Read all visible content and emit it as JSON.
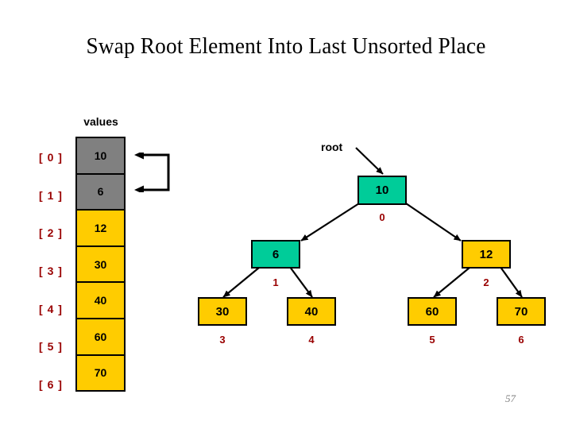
{
  "slide": {
    "title": "Swap Root Element Into Last Unsorted Place",
    "page_number": "57",
    "colors": {
      "sorted_gray": "#808080",
      "unsorted_gold": "#FFCC00",
      "highlight_teal": "#00CC99",
      "index_red": "#990000",
      "outline_black": "#000000",
      "page_number_gray": "#808080"
    }
  },
  "array": {
    "header": "values",
    "cells": [
      {
        "index": "[ 0 ]",
        "value": "10",
        "state": "gray"
      },
      {
        "index": "[ 1 ]",
        "value": "6",
        "state": "gray"
      },
      {
        "index": "[ 2 ]",
        "value": "12",
        "state": "gold"
      },
      {
        "index": "[ 3 ]",
        "value": "30",
        "state": "gold"
      },
      {
        "index": "[ 4 ]",
        "value": "40",
        "state": "gold"
      },
      {
        "index": "[ 5 ]",
        "value": "60",
        "state": "gold"
      },
      {
        "index": "[ 6 ]",
        "value": "70",
        "state": "gold"
      }
    ]
  },
  "swap_arrow": {
    "name": "swap-bracket-arrow",
    "from_index": "[ 0 ]",
    "to_index": "[ 1 ]"
  },
  "tree": {
    "root_label": "root",
    "nodes": [
      {
        "value": "10",
        "idx": "0",
        "state": "teal"
      },
      {
        "value": "6",
        "idx": "1",
        "state": "teal"
      },
      {
        "value": "12",
        "idx": "2",
        "state": "gold"
      },
      {
        "value": "30",
        "idx": "3",
        "state": "gold"
      },
      {
        "value": "40",
        "idx": "4",
        "state": "gold"
      },
      {
        "value": "60",
        "idx": "5",
        "state": "gold"
      },
      {
        "value": "70",
        "idx": "6",
        "state": "gold"
      }
    ]
  }
}
